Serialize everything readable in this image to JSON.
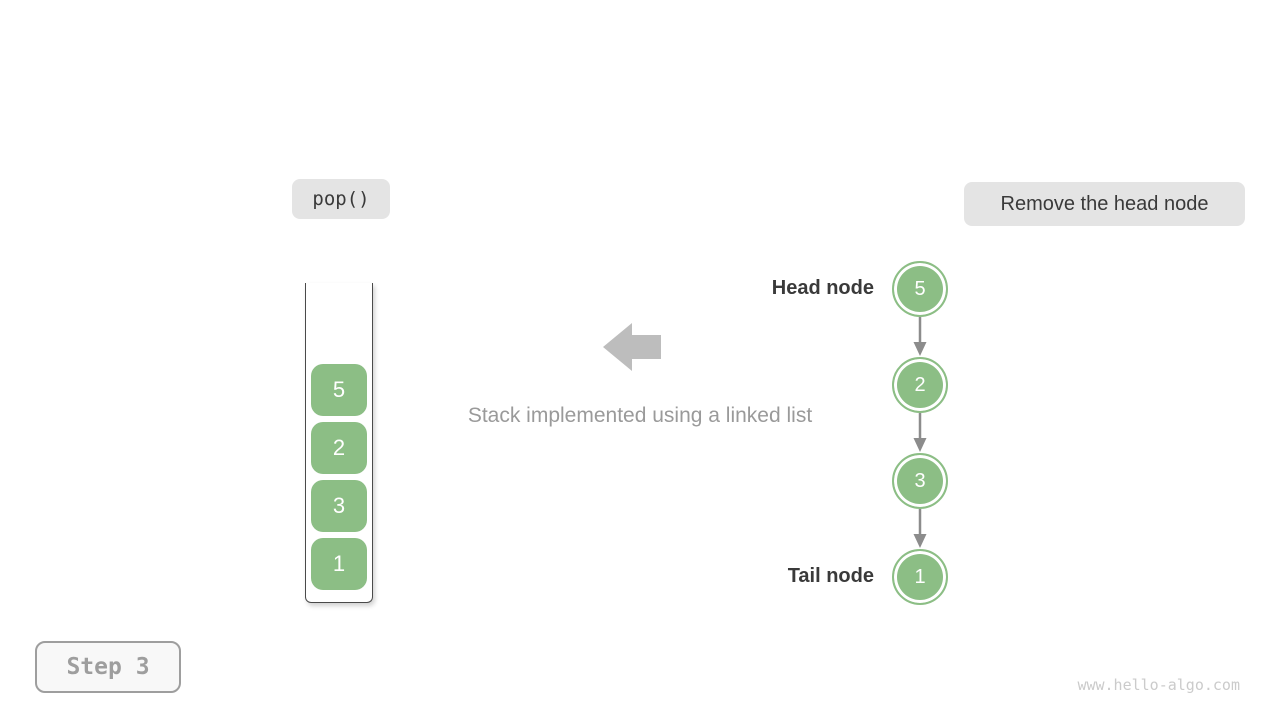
{
  "colors": {
    "green": "#8CBE85",
    "label_bg": "#E4E4E4",
    "dark_text": "#3A3A3A",
    "gray_text": "#9A9A9A",
    "big_arrow": "#BDBDBD",
    "connector": "#8C8C8C",
    "watermark": "#CBCBCB",
    "step_gray": "#9E9E9E",
    "container_border": "#4A4A4A",
    "step_bg": "#F8F8F8"
  },
  "labels": {
    "operation": "pop()",
    "action": "Remove the head node",
    "caption": "Stack implemented using a linked list",
    "step": "Step 3",
    "watermark": "www.hello-algo.com"
  },
  "stack": {
    "items": [
      "5",
      "2",
      "3",
      "1"
    ]
  },
  "linked_list": {
    "head_label": "Head node",
    "tail_label": "Tail node",
    "nodes": [
      "5",
      "2",
      "3",
      "1"
    ]
  }
}
